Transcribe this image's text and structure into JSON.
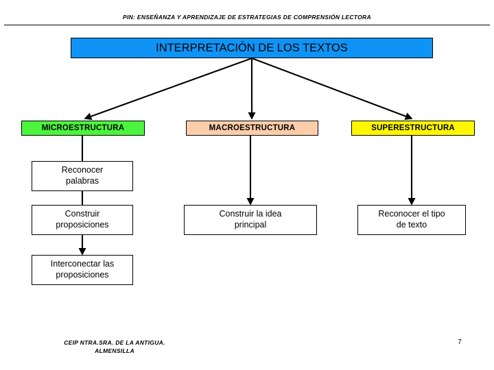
{
  "header": {
    "title": "PIN: ENSEÑANZA Y APRENDIZAJE DE ESTRATEGIAS DE COMPRENSIÓN LECTORA"
  },
  "diagram": {
    "root": {
      "label": "INTERPRETACIÓN DE LOS TEXTOS",
      "color": "#0f93f5"
    },
    "categories": [
      {
        "id": "microestructura",
        "label": "MICROESTRUCTURA",
        "color": "#4bf53d"
      },
      {
        "id": "macroestructura",
        "label": "MACROESTRUCTURA",
        "color": "#fbceab"
      },
      {
        "id": "superestructura",
        "label": "SUPERESTRUCTURA",
        "color": "#fff700"
      }
    ],
    "steps": {
      "microestructura": [
        "Reconocer\npalabras",
        "Construir\nproposiciones",
        "Interconectar las\nproposiciones"
      ],
      "macroestructura": [
        "Construir la idea\nprincipal"
      ],
      "superestructura": [
        "Reconocer el tipo\nde texto"
      ]
    }
  },
  "footer": {
    "organization": "CEIP NTRA.SRA. DE LA ANTIGUA.\nALMENSILLA",
    "page_number": "7"
  }
}
